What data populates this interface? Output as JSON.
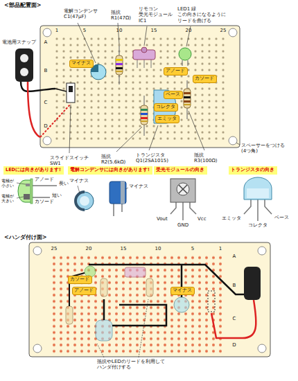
{
  "diagram": {
    "nodes": [
      {
        "text": [
          "LEDには向きがあります!"
        ]
      },
      {
        "text": [
          "電解コンデンサには向きがあります!"
        ]
      },
      {
        "text": [
          "受光モジュールの向き"
        ]
      },
      {
        "text": [
          "トランジスタの向き"
        ]
      },
      {
        "text": [
          "マイナス"
        ]
      },
      {
        "text": [
          "アノード"
        ]
      },
      {
        "text": [
          "カソード"
        ]
      },
      {
        "text": [
          "ベース"
        ]
      },
      {
        "text": [
          "コレクタ"
        ]
      },
      {
        "text": [
          "エミッタ"
        ]
      },
      {
        "text": [
          "カソード"
        ]
      },
      {
        "text": [
          "アノード"
        ]
      },
      {
        "text": [
          "マイナス"
        ]
      }
    ],
    "labels": [
      "<部品配置面>",
      "電池用スナップ",
      "電解コンデンサ C1(47μF)",
      "抵抗 R1(47Ω)",
      "リモコン 受光モジュール IC1",
      "LED1 緑 この向きになるように リードを曲げる",
      "A",
      "B",
      "C",
      "D",
      "1",
      "5",
      "10",
      "15",
      "20",
      "25",
      "スライドスイッチ SW1",
      "抵抗 R2(5.6kΩ)",
      "トランジスタ Q1(2SA1015)",
      "抵抗 R3(100Ω)",
      "スペーサーをつける (4つ角)",
      "電極が 小さい",
      "アノード",
      "長い",
      "電極が 大きい",
      "カソード",
      "短い",
      "マイナス",
      "マイナス",
      "Vout",
      "GND",
      "Vcc",
      "エミッタ",
      "コレクタ",
      "ベース",
      "<ハンダ付け面>",
      "25",
      "20",
      "15",
      "10",
      "5",
      "1",
      "A",
      "B",
      "C",
      "D",
      "抵抗やLEDのリードを利用して ハンダ付けする"
    ]
  }
}
